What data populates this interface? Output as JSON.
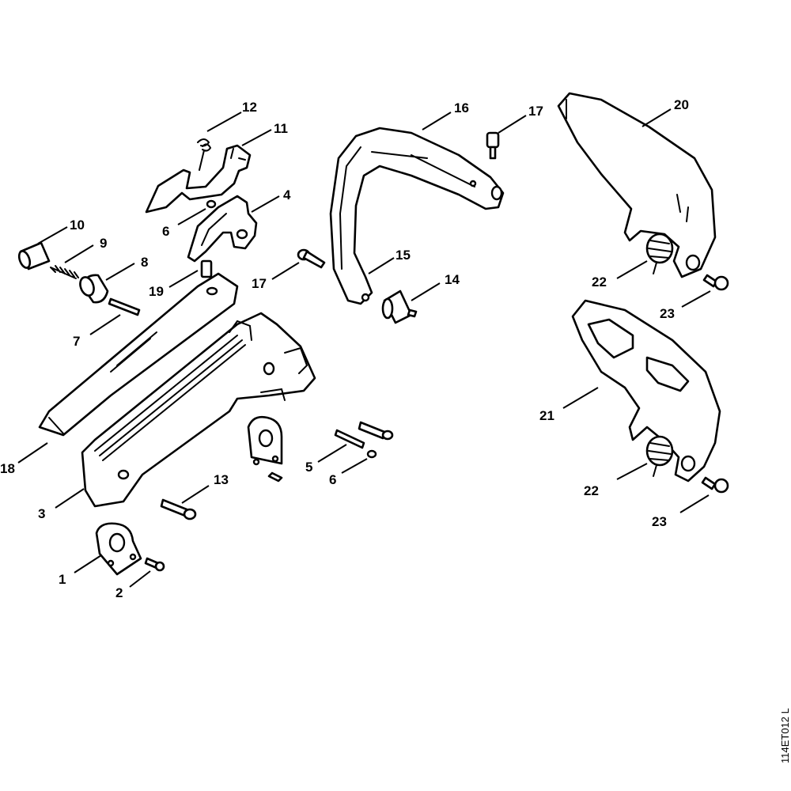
{
  "drawing_code": "114ET012 L",
  "callouts": [
    "1",
    "2",
    "3",
    "4",
    "5",
    "6",
    "6",
    "7",
    "8",
    "9",
    "10",
    "11",
    "12",
    "13",
    "14",
    "15",
    "16",
    "17",
    "17",
    "18",
    "19",
    "20",
    "21",
    "22",
    "22",
    "23",
    "23"
  ]
}
